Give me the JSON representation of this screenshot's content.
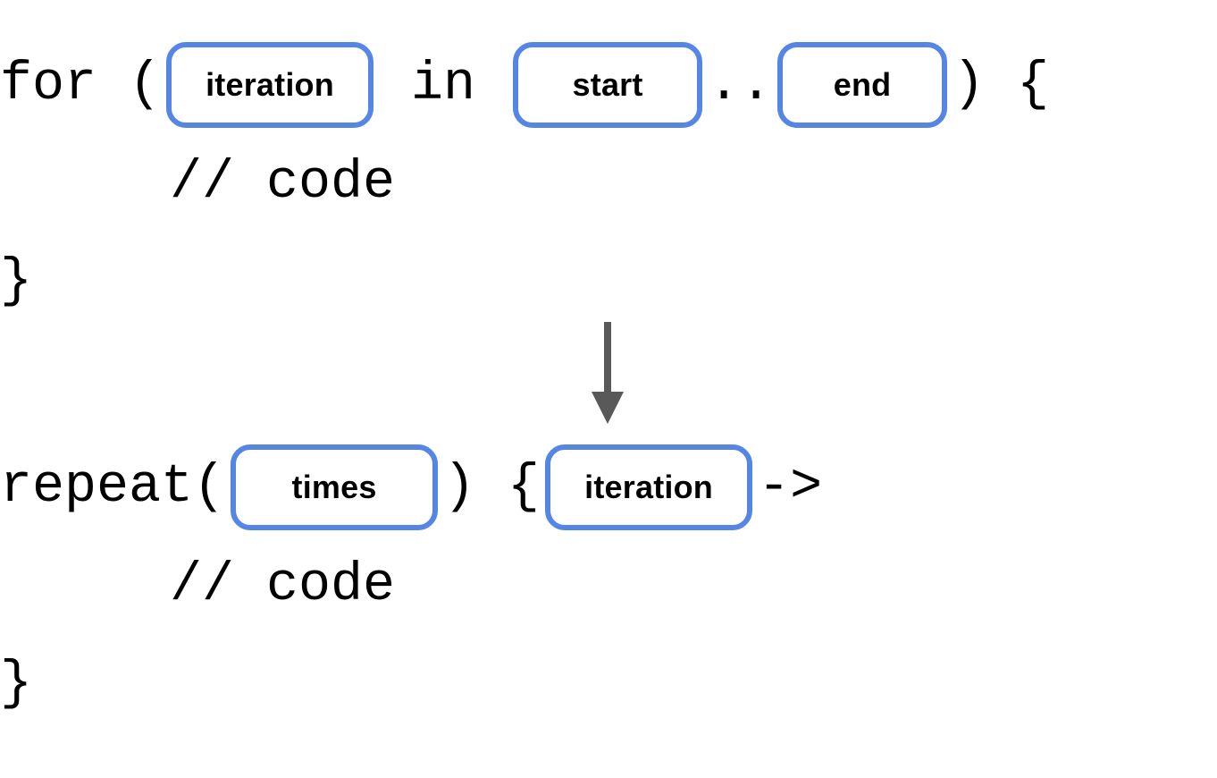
{
  "diagram": {
    "title": "for loop to repeat conversion",
    "accent_color": "#5586e5",
    "text_color": "#000000",
    "arrow_color": "#595959",
    "background": "#ffffff"
  },
  "before": {
    "name": "for-loop",
    "line1": {
      "keyword": "for (",
      "chip_iteration": "iteration",
      "in_keyword": " in ",
      "chip_start": "start",
      "range_operator": "..",
      "chip_end": "end",
      "close": ") {"
    },
    "line2": "// code",
    "line3": "}"
  },
  "after": {
    "name": "repeat-block",
    "line1": {
      "keyword": "repeat(",
      "chip_times": "times",
      "middle": ") {",
      "chip_iteration": "iteration",
      "lambda_arrow": "->"
    },
    "line2": "// code",
    "line3": "}"
  },
  "arrow": {
    "name": "downward-arrow",
    "direction": "down"
  }
}
